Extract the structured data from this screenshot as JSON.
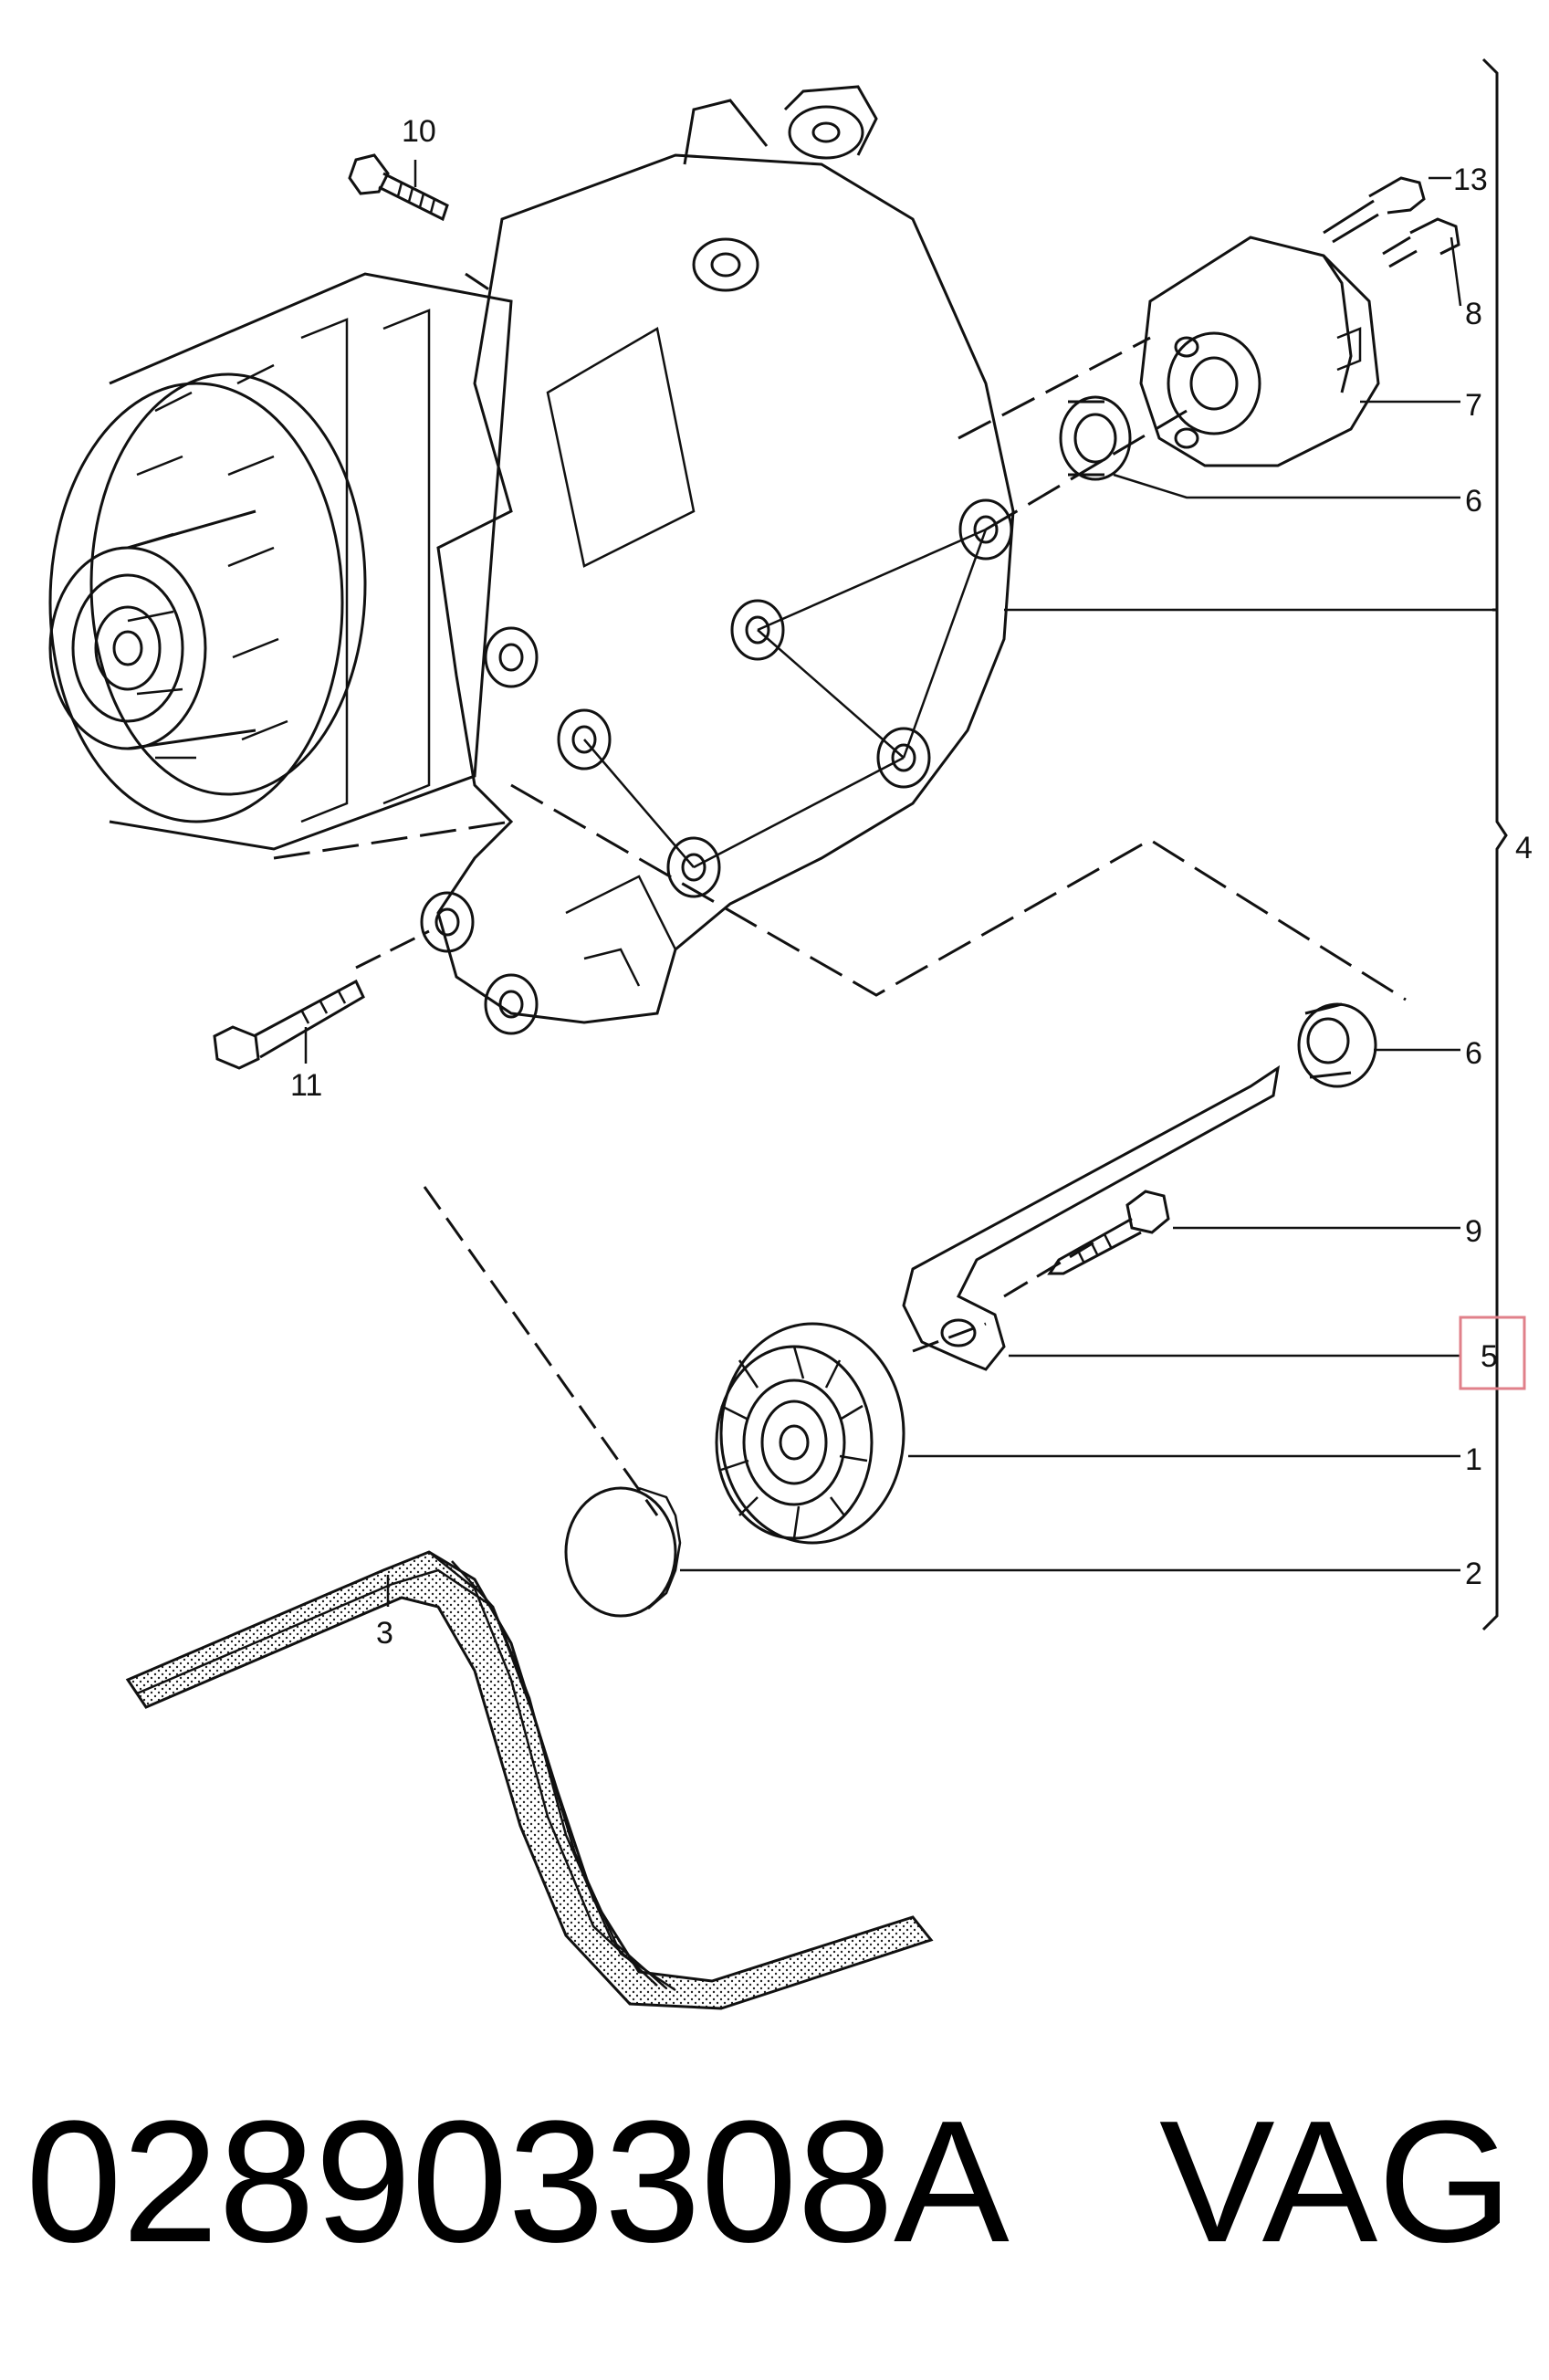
{
  "diagram": {
    "callouts": {
      "c1": "1",
      "c2": "2",
      "c3": "3",
      "c4": "4",
      "c5": "5",
      "c6a": "6",
      "c6b": "6",
      "c7": "7",
      "c8": "8",
      "c9": "9",
      "c10": "10",
      "c11": "11",
      "c13": "13"
    },
    "highlight_color": "#e0808a"
  },
  "caption": {
    "part_number": "028903308A",
    "brand": "VAG"
  }
}
